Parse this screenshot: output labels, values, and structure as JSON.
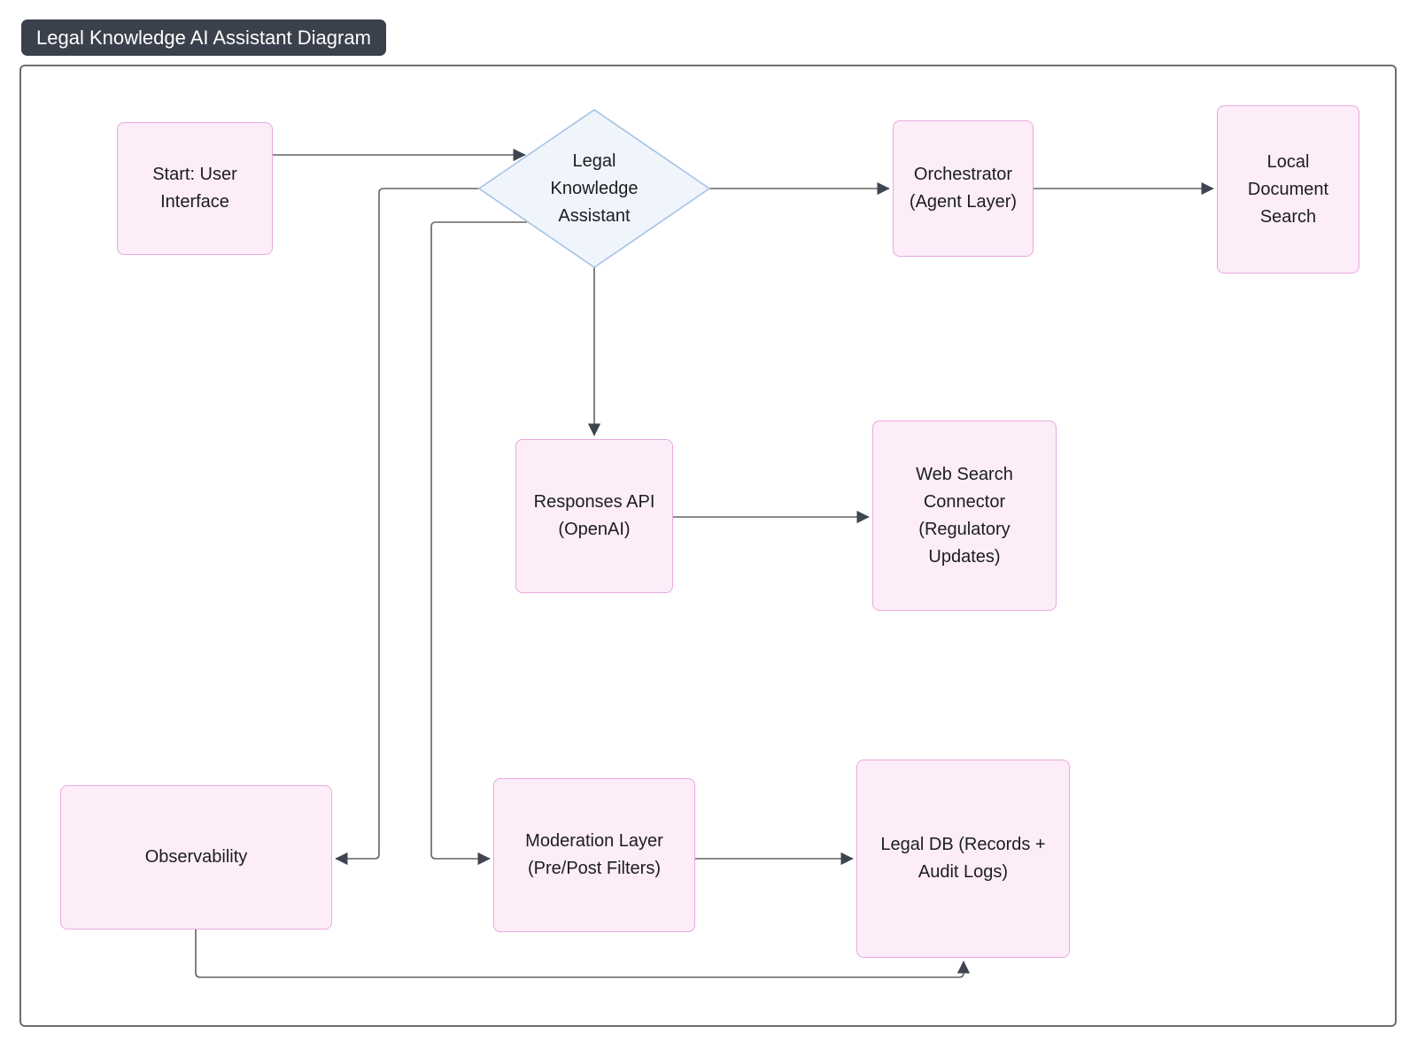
{
  "title": "Legal Knowledge AI Assistant Diagram",
  "colors": {
    "node_fill": "#FDEDF9",
    "node_border": "#E7A9DF",
    "decision_fill": "#F0F5FC",
    "decision_border": "#A5C2E5",
    "edge": "#636363",
    "arrowhead": "#3F4450",
    "title_bg": "#3A404C",
    "title_text": "#FFFFFF",
    "canvas_border": "#6E6E6E",
    "background": "#FFFFFF",
    "text": "#1A1D21"
  },
  "nodes": {
    "start": {
      "label": "Start: User Interface",
      "shape": "rect"
    },
    "assistant": {
      "label": "Legal Knowledge Assistant",
      "shape": "diamond"
    },
    "orchestrator": {
      "label": "Orchestrator (Agent Layer)",
      "shape": "rect"
    },
    "local_search": {
      "label": "Local Document Search",
      "shape": "rect"
    },
    "responses_api": {
      "label": "Responses API (OpenAI)",
      "shape": "rect"
    },
    "web_search": {
      "label": "Web Search Connector (Regulatory Updates)",
      "shape": "rect"
    },
    "observability": {
      "label": "Observability",
      "shape": "rect"
    },
    "moderation": {
      "label": "Moderation Layer (Pre/Post Filters)",
      "shape": "rect"
    },
    "legal_db": {
      "label": "Legal DB (Records + Audit Logs)",
      "shape": "rect"
    }
  },
  "edges": [
    {
      "from": "start",
      "to": "assistant"
    },
    {
      "from": "assistant",
      "to": "orchestrator"
    },
    {
      "from": "orchestrator",
      "to": "local_search"
    },
    {
      "from": "assistant",
      "to": "responses_api"
    },
    {
      "from": "responses_api",
      "to": "web_search"
    },
    {
      "from": "assistant",
      "to": "observability"
    },
    {
      "from": "assistant",
      "to": "moderation"
    },
    {
      "from": "moderation",
      "to": "legal_db"
    },
    {
      "from": "observability",
      "to": "legal_db"
    }
  ]
}
